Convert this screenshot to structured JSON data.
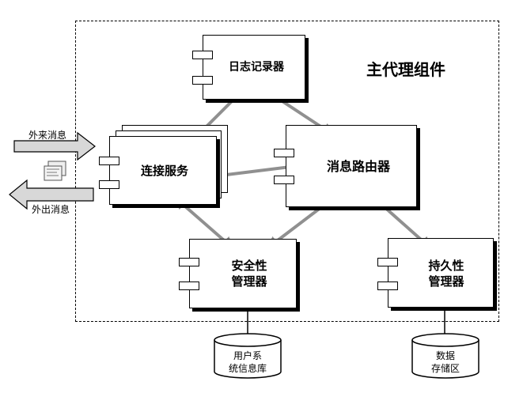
{
  "diagram": {
    "group_title": "主代理组件",
    "components": {
      "logger": "日志记录器",
      "connection_service": "连接服务",
      "message_router": "消息路由器",
      "security_manager": [
        "安全性",
        "管理器"
      ],
      "persistence_manager": [
        "持久性",
        "管理器"
      ]
    },
    "databases": {
      "user_db": [
        "用户系",
        "统信息库"
      ],
      "data_store": [
        "数据",
        "存储区"
      ]
    },
    "messages": {
      "incoming": "外来消息",
      "outgoing": "外出消息"
    },
    "colors": {
      "arrow": "#909090",
      "message_arrow_fill": "#d8d8d8",
      "line": "#000000"
    }
  }
}
